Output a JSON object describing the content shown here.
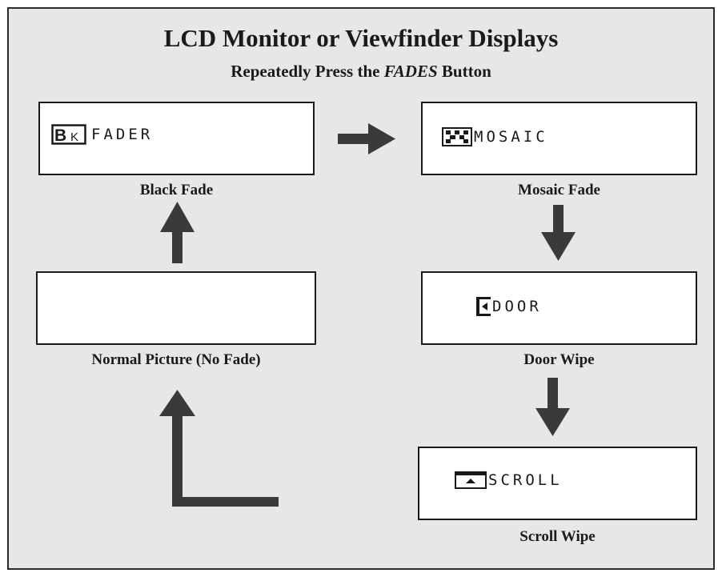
{
  "header": {
    "title": "LCD Monitor or Viewfinder Displays",
    "subtitle_prefix": "Repeatedly Press the ",
    "subtitle_button": "FADES",
    "subtitle_suffix": " Button"
  },
  "screens": {
    "black_fade": {
      "icon": "black-fade-bk-icon",
      "icon_main": "B",
      "icon_sub": "K",
      "osd_text": "FADER",
      "caption": "Black Fade"
    },
    "mosaic_fade": {
      "icon": "mosaic-icon",
      "osd_text": "MOSAIC",
      "caption": "Mosaic Fade"
    },
    "door_wipe": {
      "icon": "door-icon",
      "osd_text": "DOOR",
      "caption": "Door Wipe"
    },
    "scroll_wipe": {
      "icon": "scroll-icon",
      "osd_text": "SCROLL",
      "caption": "Scroll Wipe"
    },
    "normal": {
      "caption": "Normal Picture (No Fade)"
    }
  },
  "colors": {
    "panel_background": "#e6e7e8",
    "arrow": "#3a3a3a",
    "border": "#1a1a1a"
  }
}
